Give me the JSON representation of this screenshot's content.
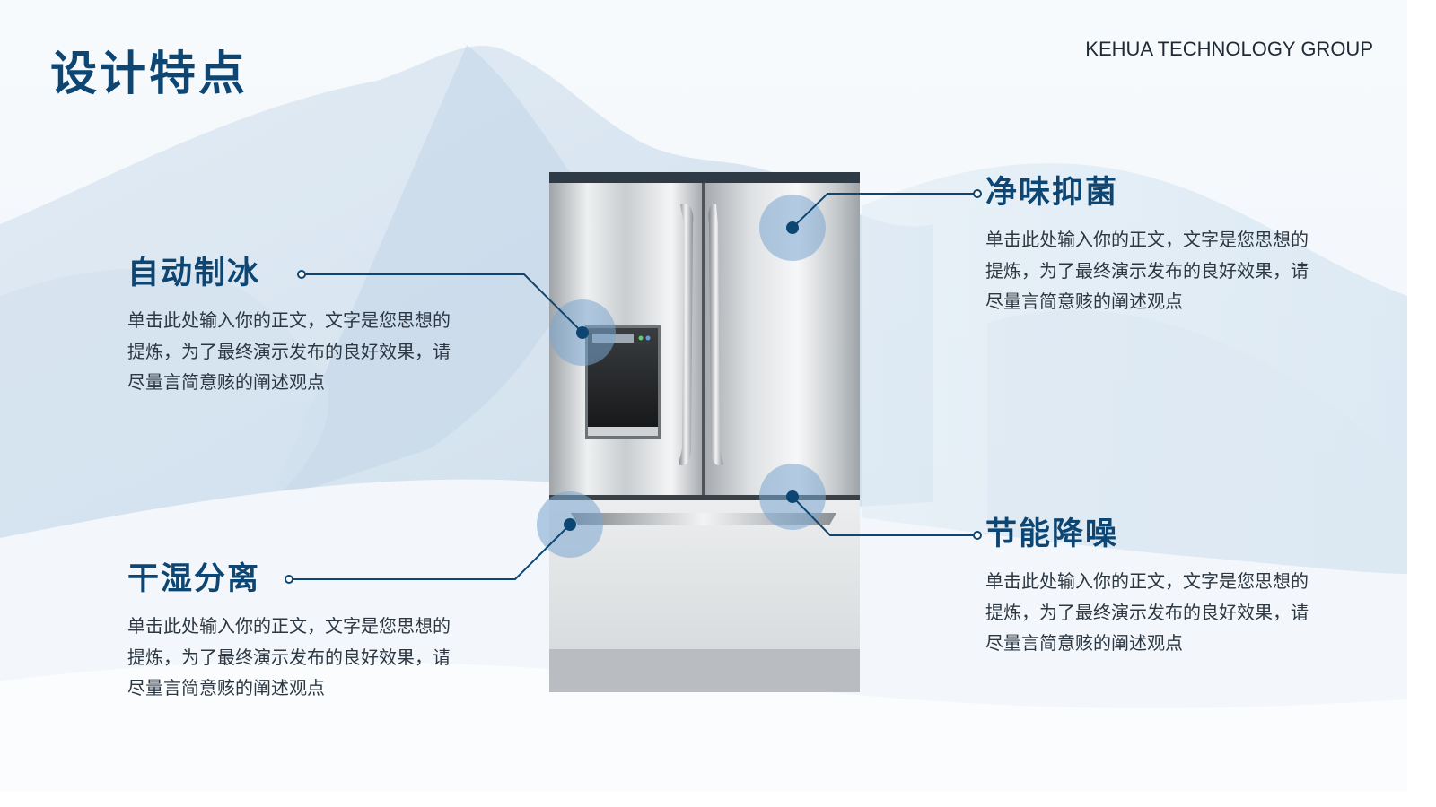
{
  "slide": {
    "title": "设计特点",
    "brand": "KEHUA TECHNOLOGY GROUP"
  },
  "features": [
    {
      "title": "自动制冰",
      "desc": "单击此处输入你的正文，文字是您思想的提炼，为了最终演示发布的良好效果，请尽量言简意赅的阐述观点"
    },
    {
      "title": "净味抑菌",
      "desc": "单击此处输入你的正文，文字是您思想的提炼，为了最终演示发布的良好效果，请尽量言简意赅的阐述观点"
    },
    {
      "title": "干湿分离",
      "desc": "单击此处输入你的正文，文字是您思想的提炼，为了最终演示发布的良好效果，请尽量言简意赅的阐述观点"
    },
    {
      "title": "节能降噪",
      "desc": "单击此处输入你的正文，文字是您思想的提炼，为了最终演示发布的良好效果，请尽量言简意赅的阐述观点"
    }
  ],
  "colors": {
    "accent": "#0d4672",
    "text": "#2c3742",
    "hotspot": "#7aa6d0"
  }
}
